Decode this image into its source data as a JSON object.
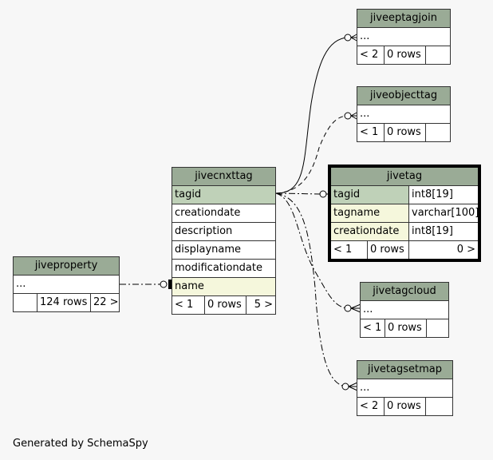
{
  "tables": {
    "jiveeptagjoin": {
      "title": "jiveeptagjoin",
      "fields": [
        "..."
      ],
      "stats": [
        "< 2",
        "0 rows",
        ""
      ]
    },
    "jiveobjecttag": {
      "title": "jiveobjecttag",
      "fields": [
        "..."
      ],
      "stats": [
        "< 1",
        "0 rows",
        ""
      ]
    },
    "jivecnxttag": {
      "title": "jivecnxttag",
      "fields": [
        "tagid",
        "creationdate",
        "description",
        "displayname",
        "modificationdate",
        "name"
      ],
      "stats": [
        "< 1",
        "0 rows",
        "5 >"
      ]
    },
    "jivetag": {
      "title": "jivetag",
      "columns": [
        {
          "name": "tagid",
          "type": "int8[19]"
        },
        {
          "name": "tagname",
          "type": "varchar[100]"
        },
        {
          "name": "creationdate",
          "type": "int8[19]"
        }
      ],
      "stats": [
        "< 1",
        "0 rows",
        "0 >"
      ]
    },
    "jiveproperty": {
      "title": "jiveproperty",
      "fields": [
        "..."
      ],
      "stats": [
        "",
        "124 rows",
        "22 >"
      ]
    },
    "jivetagcloud": {
      "title": "jivetagcloud",
      "fields": [
        "..."
      ],
      "stats": [
        "< 1",
        "0 rows",
        ""
      ]
    },
    "jivetagsetmap": {
      "title": "jivetagsetmap",
      "fields": [
        "..."
      ],
      "stats": [
        "< 2",
        "0 rows",
        ""
      ]
    }
  },
  "footer": "Generated by SchemaSpy",
  "colors": {
    "header": "#9aab96",
    "primary_key": "#bfd1b8",
    "foreign_key": "#f5f7dc",
    "background": "#f7f7f7"
  }
}
